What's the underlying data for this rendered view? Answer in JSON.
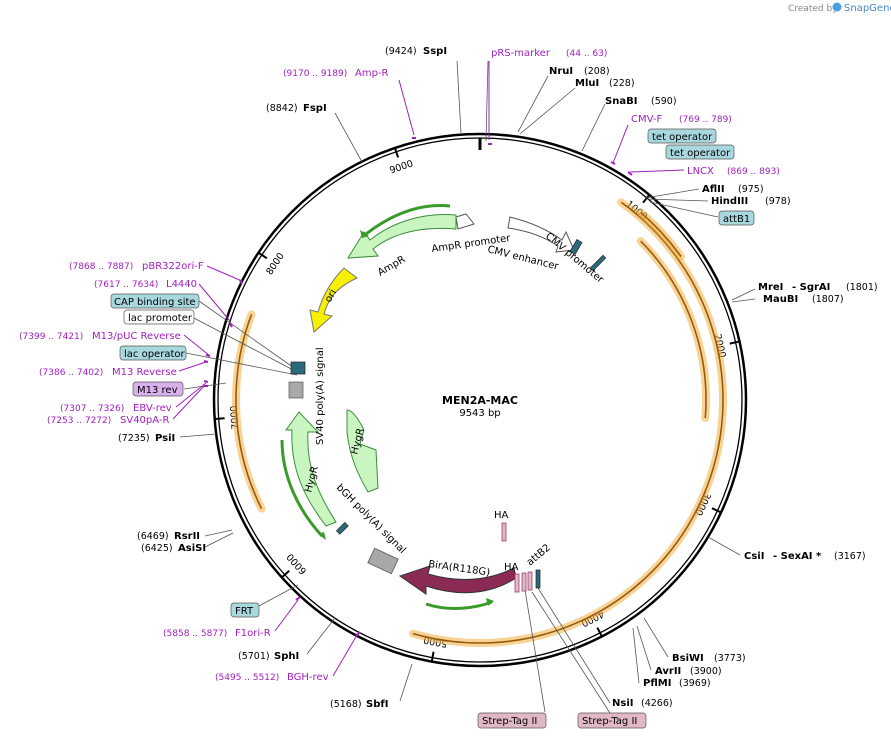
{
  "brand": {
    "created_by": "Created by",
    "app_name": "SnapGene"
  },
  "plasmid": {
    "name": "MEN2A-MAC",
    "size_label": "9543 bp",
    "length_bp": 9543
  },
  "tick_labels": [
    "1000",
    "2000",
    "3000",
    "4000",
    "5000",
    "6000",
    "7000",
    "8000",
    "9000"
  ],
  "enzymes": [
    {
      "name": "SspI",
      "position": "(9424)"
    },
    {
      "name": "NruI",
      "position": "(208)"
    },
    {
      "name": "MluI",
      "position": "(228)"
    },
    {
      "name": "SnaBI",
      "position": "(590)"
    },
    {
      "name": "AflII",
      "position": "(975)"
    },
    {
      "name": "HindIII",
      "position": "(978)"
    },
    {
      "name": "MreI",
      "suffix": "- SgrAI",
      "position": "(1801)"
    },
    {
      "name": "MauBI",
      "position": "(1807)"
    },
    {
      "name": "CsiI",
      "suffix": "- SexAI *",
      "position": "(3167)"
    },
    {
      "name": "BsiWI",
      "position": "(3773)"
    },
    {
      "name": "AvrII",
      "position": "(3900)"
    },
    {
      "name": "PflMI",
      "position": "(3969)"
    },
    {
      "name": "NsiI",
      "position": "(4266)"
    },
    {
      "name": "SbfI",
      "position": "(5168)"
    },
    {
      "name": "SphI",
      "position": "(5701)"
    },
    {
      "name": "RsrII",
      "position": "(6469)"
    },
    {
      "name": "AsiSI",
      "position": "(6425)"
    },
    {
      "name": "PsiI",
      "position": "(7235)"
    },
    {
      "name": "FspI",
      "position": "(8842)"
    }
  ],
  "primers": [
    {
      "name": "pRS-marker",
      "range": "(44 .. 63)"
    },
    {
      "name": "Amp-R",
      "range": "(9170 .. 9189)"
    },
    {
      "name": "CMV-F",
      "range": "(769 .. 789)"
    },
    {
      "name": "LNCX",
      "range": "(869 .. 893)"
    },
    {
      "name": "pBR322ori-F",
      "range": "(7868 .. 7887)"
    },
    {
      "name": "L4440",
      "range": "(7617 .. 7634)"
    },
    {
      "name": "M13/pUC Reverse",
      "range": "(7399 .. 7421)"
    },
    {
      "name": "M13 Reverse",
      "range": "(7386 .. 7402)"
    },
    {
      "name": "EBV-rev",
      "range": "(7307 .. 7326)"
    },
    {
      "name": "SV40pA-R",
      "range": "(7253 .. 7272)"
    },
    {
      "name": "F1ori-R",
      "range": "(5858 .. 5877)"
    },
    {
      "name": "BGH-rev",
      "range": "(5495 .. 5512)"
    }
  ],
  "boxed_labels": [
    {
      "text": "tet operator"
    },
    {
      "text": "tet operator"
    },
    {
      "text": "attB1"
    },
    {
      "text": "CAP binding site"
    },
    {
      "text": "lac promoter"
    },
    {
      "text": "lac operator"
    },
    {
      "text": "M13 rev"
    },
    {
      "text": "FRT"
    },
    {
      "text": "Strep-Tag II"
    },
    {
      "text": "Strep-Tag II"
    }
  ],
  "features": [
    {
      "name": "AmpR promoter"
    },
    {
      "name": "AmpR"
    },
    {
      "name": "ori"
    },
    {
      "name": "CMV enhancer"
    },
    {
      "name": "CMV promoter"
    },
    {
      "name": "SV40 poly(A) signal"
    },
    {
      "name": "HygR"
    },
    {
      "name": "HygR"
    },
    {
      "name": "bGH poly(A) signal"
    },
    {
      "name": "BirA(R118G)"
    },
    {
      "name": "HA"
    },
    {
      "name": "HA"
    },
    {
      "name": "attB2"
    }
  ],
  "colors": {
    "backbone": "#000000",
    "orf_outline": "#f0b040",
    "orf_fill": "#fbe6b8",
    "orf_arrow": "#9a5a10",
    "hygr_fill": "#c8f5c0",
    "hygr_stroke": "#3c8c3c",
    "green_arrow": "#3a9a2a",
    "ori_fill": "#f7f000",
    "bira_fill": "#8c2a56",
    "teal_marker": "#2a6a7a",
    "grey_box": "#a8a8a8",
    "primer": "#a020c0",
    "teal_box": "#a8d8de",
    "pink_box": "#e2b8c8",
    "purple_box": "#d8b0ec"
  }
}
